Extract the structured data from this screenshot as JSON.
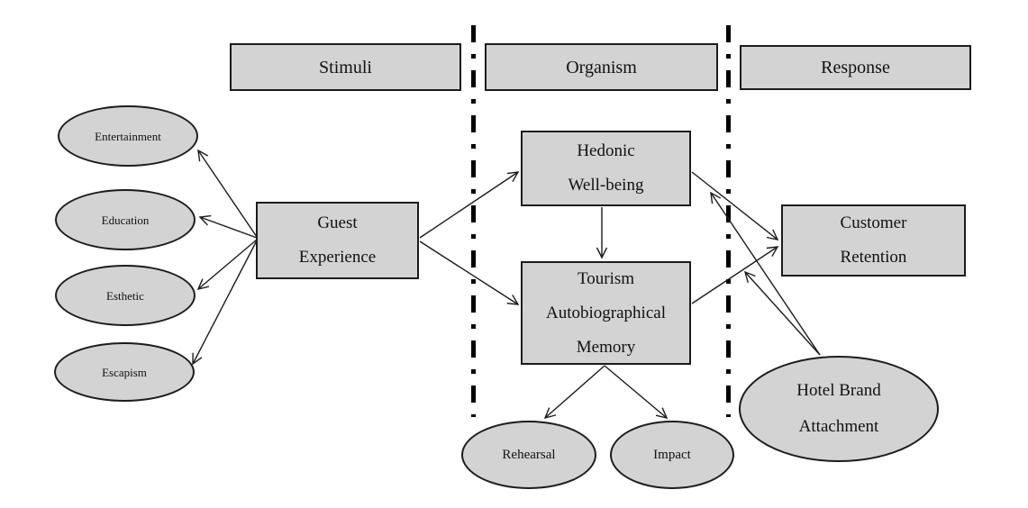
{
  "diagram": {
    "title_hint": "S-O-R framework model",
    "colors": {
      "node_fill": "#d3d3d3",
      "node_border": "#1c1c1c",
      "arrow": "#1c1c1c",
      "divider": "#000000",
      "background": "#ffffff"
    },
    "headers": {
      "stimuli": "Stimuli",
      "organism": "Organism",
      "response": "Response"
    },
    "nodes": {
      "entertainment": {
        "label": "Entertainment"
      },
      "education": {
        "label": "Education"
      },
      "esthetic": {
        "label": "Esthetic"
      },
      "escapism": {
        "label": "Escapism"
      },
      "guest_experience": {
        "lines": [
          "Guest",
          "Experience"
        ]
      },
      "hedonic_wellbeing": {
        "lines": [
          "Hedonic",
          "Well-being"
        ]
      },
      "tourism_memory": {
        "lines": [
          "Tourism",
          "Autobiographical",
          "Memory"
        ]
      },
      "rehearsal": {
        "label": "Rehearsal"
      },
      "impact": {
        "label": "Impact"
      },
      "customer_retention": {
        "lines": [
          "Customer",
          "Retention"
        ]
      },
      "hotel_brand_attachment": {
        "lines": [
          "Hotel Brand",
          "Attachment"
        ]
      }
    },
    "edges": [
      {
        "from": "guest_experience",
        "to": "entertainment"
      },
      {
        "from": "guest_experience",
        "to": "education"
      },
      {
        "from": "guest_experience",
        "to": "esthetic"
      },
      {
        "from": "guest_experience",
        "to": "escapism"
      },
      {
        "from": "guest_experience",
        "to": "hedonic_wellbeing"
      },
      {
        "from": "guest_experience",
        "to": "tourism_memory"
      },
      {
        "from": "hedonic_wellbeing",
        "to": "tourism_memory"
      },
      {
        "from": "hedonic_wellbeing",
        "to": "customer_retention"
      },
      {
        "from": "tourism_memory",
        "to": "customer_retention"
      },
      {
        "from": "tourism_memory",
        "to": "rehearsal"
      },
      {
        "from": "tourism_memory",
        "to": "impact"
      },
      {
        "from": "hotel_brand_attachment",
        "to": "hedonic_wellbeing-customer_retention-path"
      },
      {
        "from": "hotel_brand_attachment",
        "to": "tourism_memory-customer_retention-path"
      }
    ]
  }
}
